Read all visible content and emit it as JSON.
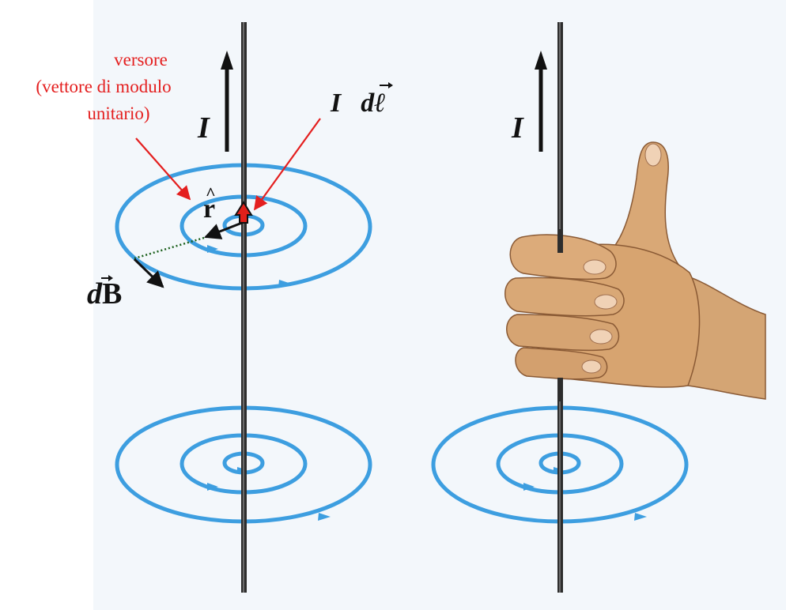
{
  "annotation": {
    "line1": "versore",
    "line2": "(vettore di modulo",
    "line3": "unitario)"
  },
  "labels": {
    "current_left": "I",
    "current_right": "I",
    "current_element_I": "I",
    "current_element_d": "d",
    "current_element_l": "ℓ",
    "unit_vector_r": "r",
    "field_element_d": "d",
    "field_element_B": "B"
  },
  "colors": {
    "field_lines": "#3d9ee0",
    "wire": "#2d2d2d",
    "annotation": "#e41f1f",
    "vector_dl": "#e0201a",
    "background_panel": "#f3f7fb"
  },
  "icons": {
    "hand": "right-hand-thumb-up-icon"
  }
}
